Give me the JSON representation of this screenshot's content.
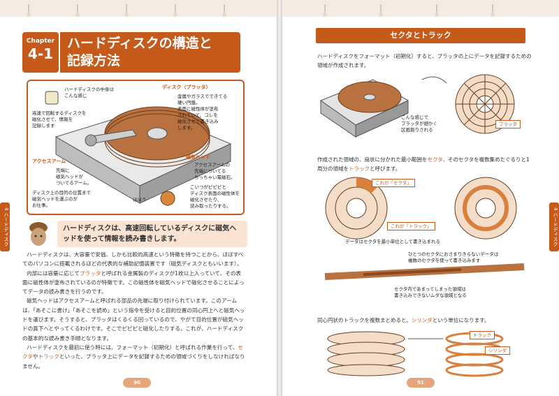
{
  "left_page": {
    "chapter": {
      "label": "Chapter",
      "number": "4-1",
      "title_line1": "ハードディスクの構造と",
      "title_line2": "記録方法"
    },
    "illustration": {
      "note_top_left": "ハードディスクの中身は\nこんな感じ",
      "note_left": "高速で回転するディスクを\n磁化させて、情報を\n記録します",
      "disk_label": "ディスク（プラッタ）",
      "disk_note": "金属やガラスでできてる\n硬い円盤。\n表面に磁性体が塗布\nされていて、コレを\n磁化させて書き込み\nします。",
      "access_arm_label": "アクセスアーム",
      "access_arm_note": "先端に\n磁気ヘッドが\nついてるアーム。",
      "access_arm_note2": "ディスク上の目的の位置まで\n磁気ヘッドを運ぶのが\nお仕事。",
      "head_label": "磁気ヘッド",
      "head_note": "アクセスアームの\n先端についてる\nちっちゃい電磁石。",
      "head_note2": "こいつがピピピと\nディスク表面の磁性体を\n磁化させたり、\n読み取ったりする。",
      "mascot_text": "ほほう"
    },
    "summary": "ハードディスクは、高速回転しているディスクに磁気ヘッドを使って情報を読み書きします。",
    "p1a": "ハードディスクは、大容量で安価、しかも比較的高速という特徴を持つことから、ほぼすべてのパソコンに搭載されるほどの代表的な補助記憶装置です（磁気ディスクともいいます）。",
    "p2a": "内部には容量に応じて",
    "p2_hl": "プラッタ",
    "p2b": "と呼ばれる金属製のディスクが1枚以上入っていて、その表面に磁性体が塗布されているのが特徴です。この磁性体を磁気ヘッドで磁化させることによってデータの読み書きを行うのです。",
    "p3": "磁気ヘッドはアクセスアームと呼ばれる部品の先端に取り付けられています。このアームは、「あそこに書け」「あそこを読め」という指令を受けると目的位置の同心円上へと磁気ヘッドを運びます。そうすると、プラッタはくるくる回っているので、やがて目的位置が磁気ヘッドの真下へとやってくるわけです。そこでピピピと磁化したりする。これが、ハードディスクの基本的な読み書き手順となります。",
    "p4a": "ハードディスクを最初に使う時には、フォーマット（初期化）と呼ばれる作業を行って、",
    "p4_hl1": "セクタ",
    "p4b": "や",
    "p4_hl2": "トラック",
    "p4c": "といった、プラッタ上にデータを記録するための領域づくりをしなければなりません。",
    "page_number": "90",
    "side_tab": "4 ハードディスク"
  },
  "right_page": {
    "section_title": "セクタとトラック",
    "intro": "ハードディスクをフォーマット（初期化）すると、プラッタの上にデータを記録するための領域が作成されます。",
    "platter_tag": "プラッタ",
    "note_area": "こんな感じで\nプラッタが細かく\n区画割りされる",
    "mid_text_a": "作成された領域の、扇状に分かれた最小範囲を",
    "mid_hl1": "セクタ",
    "mid_text_b": "、そのセクタを複数集めたぐるりと1周分の領域を",
    "mid_hl2": "トラック",
    "mid_text_c": "と呼びます。",
    "sector_tag": "これが「セクタ」",
    "track_tag": "これが「トラック」",
    "note_unit": "データはセクタを最小単位として書き込まれる",
    "note_multi": "ひとつのセクタにおさまりきらないデータは\n複数のセクタを使って書き込みます",
    "note_waste": "セクタ内であまってしまった領域は\n書き込みできないムダな領域となる",
    "cyl_text_a": "同心円状のトラックを複数まとめると、",
    "cyl_hl": "シリンダ",
    "cyl_text_b": "という単位になります。",
    "cyl_track_tag": "トラック",
    "cyl_tag": "シリンダ",
    "page_number": "91",
    "side_tab": "4 ハードディスク"
  },
  "colors": {
    "accent": "#c55a1b",
    "disk": "#b9713f",
    "pink": "#fae3d3"
  }
}
